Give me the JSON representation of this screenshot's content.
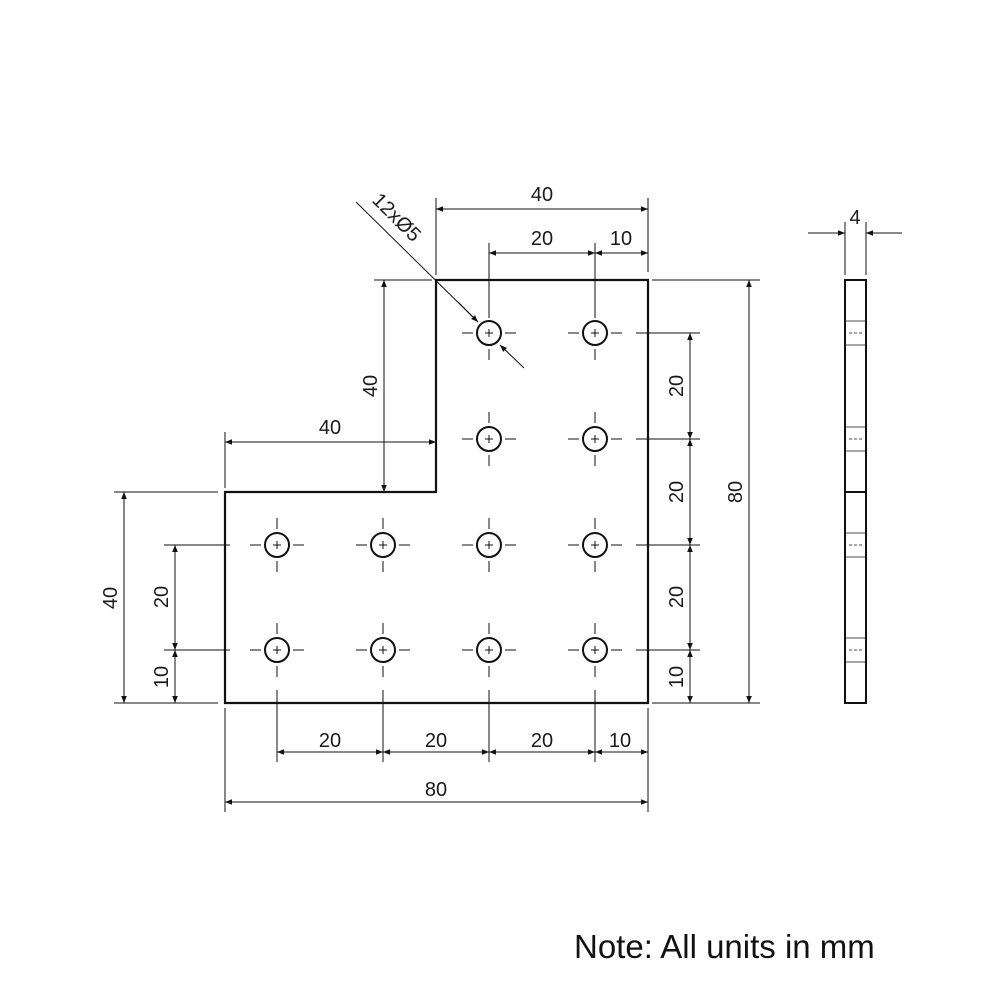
{
  "hole_callout": "12xØ5",
  "note": "Note: All units in mm",
  "side_thickness_label": "4",
  "dimensions": {
    "top_width": "40",
    "top_spacing": "20",
    "top_edge": "10",
    "notch_height": "40",
    "notch_width": "40",
    "right_spacing_1": "20",
    "right_spacing_2": "20",
    "right_spacing_3": "20",
    "right_edge": "10",
    "total_height": "80",
    "left_height": "40",
    "left_spacing": "20",
    "left_edge": "10",
    "bottom_spacing_1": "20",
    "bottom_spacing_2": "20",
    "bottom_spacing_3": "20",
    "bottom_edge": "10",
    "total_width": "80"
  }
}
